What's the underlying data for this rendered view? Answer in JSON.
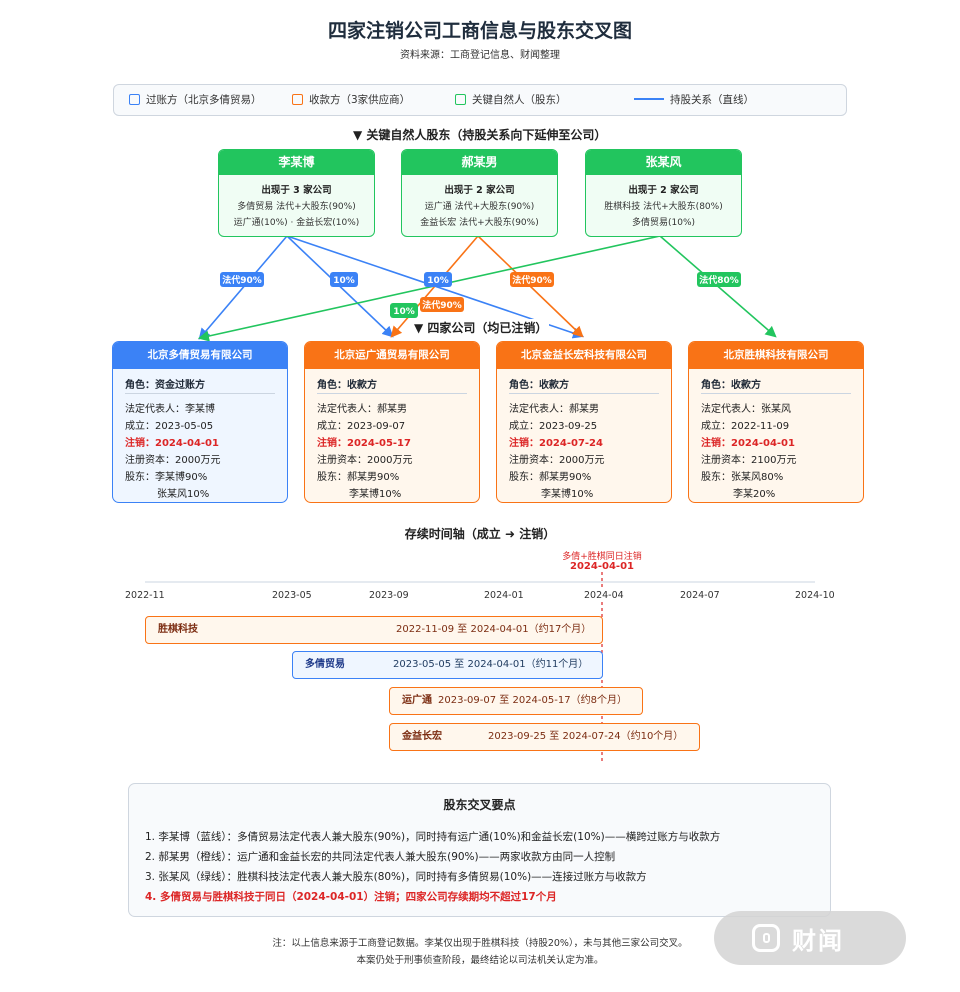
{
  "header": {
    "title": "四家注销公司工商信息与股东交叉图",
    "subtitle": "资料来源：工商登记信息、财闻整理"
  },
  "legend": [
    {
      "label": "过账方（北京多倩贸易）",
      "color": "#3b82f6",
      "kind": "box"
    },
    {
      "label": "收款方（3家供应商）",
      "color": "#f97316",
      "kind": "box"
    },
    {
      "label": "关键自然人（股东）",
      "color": "#22c55e",
      "kind": "box"
    },
    {
      "label": "持股关系（直线）",
      "color": "#3b82f6",
      "kind": "line"
    }
  ],
  "section_people": "▼ 关键自然人股东（持股关系向下延伸至公司）",
  "section_companies": "▼ 四家公司（均已注销）",
  "people": [
    {
      "name": "李某博",
      "count": "出现于 3 家公司",
      "line1": "多倩贸易 法代+大股东(90%)",
      "line2": "运广通(10%) · 金益长宏(10%)"
    },
    {
      "name": "郝某男",
      "count": "出现于 2 家公司",
      "line1": "运广通 法代+大股东(90%)",
      "line2": "金益长宏 法代+大股东(90%)"
    },
    {
      "name": "张某风",
      "count": "出现于 2 家公司",
      "line1": "胜棋科技 法代+大股东(80%)",
      "line2": "多倩贸易(10%)"
    }
  ],
  "edge_labels": {
    "li_duoqian": "法代90%",
    "li_yunguang": "10%",
    "li_jinyi": "10%",
    "hao_yunguang": "法代90%",
    "hao_jinyi": "法代90%",
    "zhang_duoqian": "10%",
    "zhang_shengqi": "法代80%"
  },
  "companies": [
    {
      "name": "北京多倩贸易有限公司",
      "color": "blue",
      "role": "角色：资金过账方",
      "legal": "法定代表人：李某博",
      "founded": "成立：2023-05-05",
      "cancelled": "注销：2024-04-01",
      "capital": "注册资本：2000万元",
      "holder1": "股东：李某博90%",
      "holder2": "张某风10%"
    },
    {
      "name": "北京运广通贸易有限公司",
      "color": "orange",
      "role": "角色：收款方",
      "legal": "法定代表人：郝某男",
      "founded": "成立：2023-09-07",
      "cancelled": "注销：2024-05-17",
      "capital": "注册资本：2000万元",
      "holder1": "股东：郝某男90%",
      "holder2": "李某博10%"
    },
    {
      "name": "北京金益长宏科技有限公司",
      "color": "orange",
      "role": "角色：收款方",
      "legal": "法定代表人：郝某男",
      "founded": "成立：2023-09-25",
      "cancelled": "注销：2024-07-24",
      "capital": "注册资本：2000万元",
      "holder1": "股东：郝某男90%",
      "holder2": "李某博10%"
    },
    {
      "name": "北京胜棋科技有限公司",
      "color": "orange",
      "role": "角色：收款方",
      "legal": "法定代表人：张某风",
      "founded": "成立：2022-11-09",
      "cancelled": "注销：2024-04-01",
      "capital": "注册资本：2100万元",
      "holder1": "股东：张某风80%",
      "holder2": "李某20%"
    }
  ],
  "timeline": {
    "title": "存续时间轴（成立 ➜ 注销）",
    "marker_caption": "多倩+胜棋同日注销",
    "marker_date": "2024-04-01",
    "ticks": [
      "2022-11",
      "2023-05",
      "2023-09",
      "2024-01",
      "2024-04",
      "2024-07",
      "2024-10"
    ],
    "bars": [
      {
        "name": "胜棋科技",
        "range": "2022-11-09 至 2024-04-01（约17个月）",
        "color": "orange"
      },
      {
        "name": "多倩贸易",
        "range": "2023-05-05 至 2024-04-01（约11个月）",
        "color": "blue"
      },
      {
        "name": "运广通",
        "range": "2023-09-07 至 2024-05-17（约8个月）",
        "color": "orange"
      },
      {
        "name": "金益长宏",
        "range": "2023-09-25 至 2024-07-24（约10个月）",
        "color": "orange"
      }
    ]
  },
  "key_points": {
    "title": "股东交叉要点",
    "items": [
      "1. 李某博（蓝线）：多倩贸易法定代表人兼大股东(90%)，同时持有运广通(10%)和金益长宏(10%)——横跨过账方与收款方",
      "2. 郝某男（橙线）：运广通和金益长宏的共同法定代表人兼大股东(90%)——两家收款方由同一人控制",
      "3. 张某风（绿线）：胜棋科技法定代表人兼大股东(80%)，同时持有多倩贸易(10%)——连接过账方与收款方",
      "4. 多倩贸易与胜棋科技于同日（2024-04-01）注销；四家公司存续期均不超过17个月"
    ]
  },
  "notes": [
    "注：以上信息来源于工商登记数据。李某仅出现于胜棋科技（持股20%），未与其他三家公司交叉。",
    "本案仍处于刑事侦查阶段，最终结论以司法机关认定为准。"
  ],
  "watermark": {
    "text": "财闻"
  },
  "colors": {
    "blue": "#3b82f6",
    "orange": "#f97316",
    "green": "#22c55e",
    "red": "#dc2626"
  }
}
